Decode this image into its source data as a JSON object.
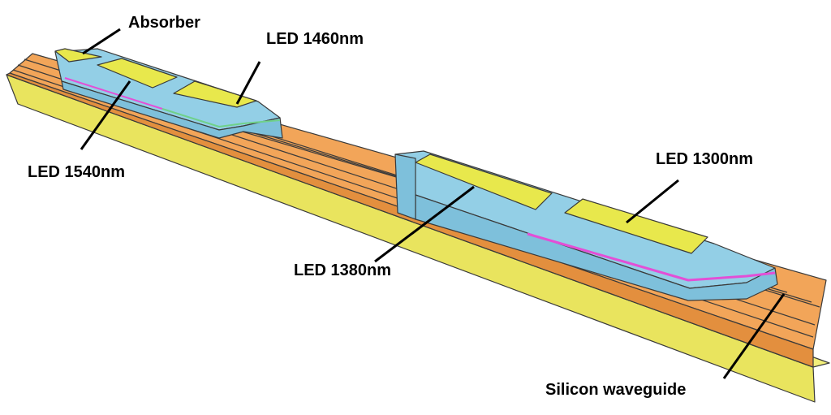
{
  "labels": {
    "absorber": "Absorber",
    "led_1460": "LED 1460nm",
    "led_1540": "LED 1540nm",
    "led_1300": "LED 1300nm",
    "led_1380": "LED 1380nm",
    "silicon_waveguide": "Silicon waveguide"
  },
  "colors": {
    "substrate_top": "#f2ef7a",
    "substrate_side": "#e9e45e",
    "waveguide_top": "#f2a559",
    "waveguide_side": "#e38f3e",
    "device_top": "#93cfe6",
    "device_side": "#7ec0db",
    "contact_pad": "#e8e84c",
    "active_layer_magenta": "#e34fd6",
    "active_layer_green": "#6fd18a",
    "outline": "#3a3a3a"
  }
}
